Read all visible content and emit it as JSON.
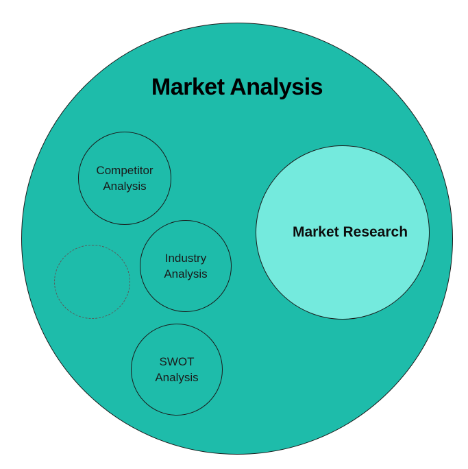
{
  "diagram": {
    "type": "venn-circle-diagram",
    "title": "Market Analysis",
    "outer_circle": {
      "label": "Market Analysis",
      "fill": "#1ebcaa",
      "stroke": "#1a1a1a"
    },
    "sub_circles": [
      {
        "id": "competitor-analysis",
        "label": "Competitor Analysis",
        "style": "outlined",
        "fill": "transparent",
        "stroke": "#1a1a1a"
      },
      {
        "id": "industry-analysis",
        "label": "Industry Analysis",
        "style": "outlined",
        "fill": "transparent",
        "stroke": "#1a1a1a"
      },
      {
        "id": "swot-analysis",
        "label": "SWOT Analysis",
        "style": "outlined",
        "fill": "transparent",
        "stroke": "#1a1a1a"
      },
      {
        "id": "empty-placeholder",
        "label": "",
        "style": "dashed",
        "fill": "transparent",
        "stroke": "#5a5a5a"
      },
      {
        "id": "market-research",
        "label": "Market Research",
        "style": "filled",
        "fill": "#74eadd",
        "stroke": "#1a1a1a"
      }
    ],
    "colors": {
      "background": "#ffffff",
      "outer_fill": "#1ebcaa",
      "market_research_fill": "#74eadd",
      "stroke": "#1a1a1a",
      "dashed_stroke": "#5a5a5a",
      "text": "#000000"
    }
  }
}
